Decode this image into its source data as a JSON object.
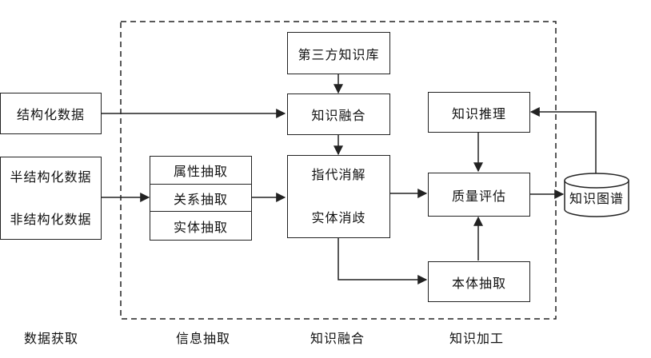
{
  "sources": {
    "structured": "结构化数据",
    "semi_structured": "半结构化数据",
    "unstructured": "非结构化数据"
  },
  "extraction": {
    "attribute": "属性抽取",
    "relation": "关系抽取",
    "entity": "实体抽取"
  },
  "fusion": {
    "third_party_kb": "第三方知识库",
    "knowledge_fusion": "知识融合",
    "coreference": "指代消解",
    "disambiguation": "实体消歧"
  },
  "processing": {
    "reasoning": "知识推理",
    "quality": "质量评估",
    "ontology": "本体抽取"
  },
  "storage": {
    "knowledge_graph": "知识图谱"
  },
  "stages": {
    "acquisition": "数据获取",
    "extraction": "信息抽取",
    "fusion": "知识融合",
    "processing": "知识加工"
  }
}
